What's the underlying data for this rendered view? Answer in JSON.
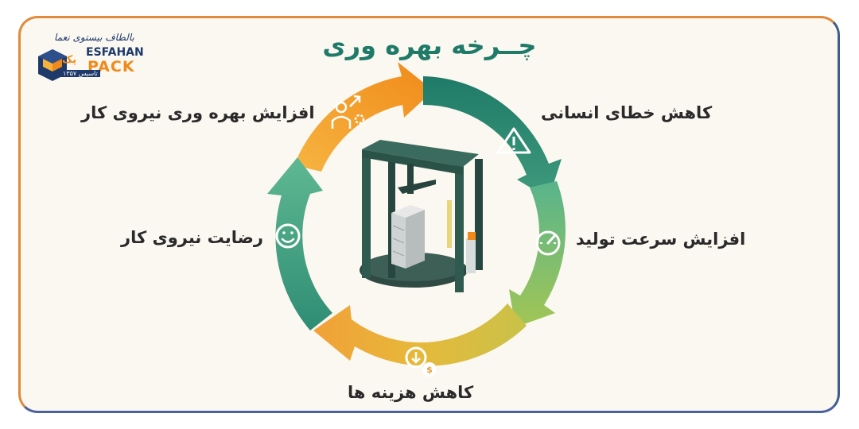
{
  "title": "چــرخه بهره وری",
  "logo": {
    "latin_top": "ESFAHAN",
    "latin_bottom": "PACK",
    "persian_brand": "پک",
    "since": "تاسیس ۱۳۵۷",
    "script": "بالطاف بیستوی نعما"
  },
  "steps": [
    {
      "label": "کاهش خطای انسانی",
      "icon": "warning-icon"
    },
    {
      "label": "افزایش سرعت تولید",
      "icon": "speedometer-icon"
    },
    {
      "label": "کاهش هزینه ها",
      "icon": "cost-down-icon"
    },
    {
      "label": "رضایت نیروی کار",
      "icon": "smiley-icon"
    },
    {
      "label": "افزایش بهره وری نیروی کار",
      "icon": "worker-growth-icon"
    }
  ],
  "colors": {
    "green_dark": "#1f7a68",
    "green_mid": "#4fae8a",
    "green_light": "#8cc45a",
    "yellow": "#e3c03a",
    "orange": "#f08a1a"
  }
}
